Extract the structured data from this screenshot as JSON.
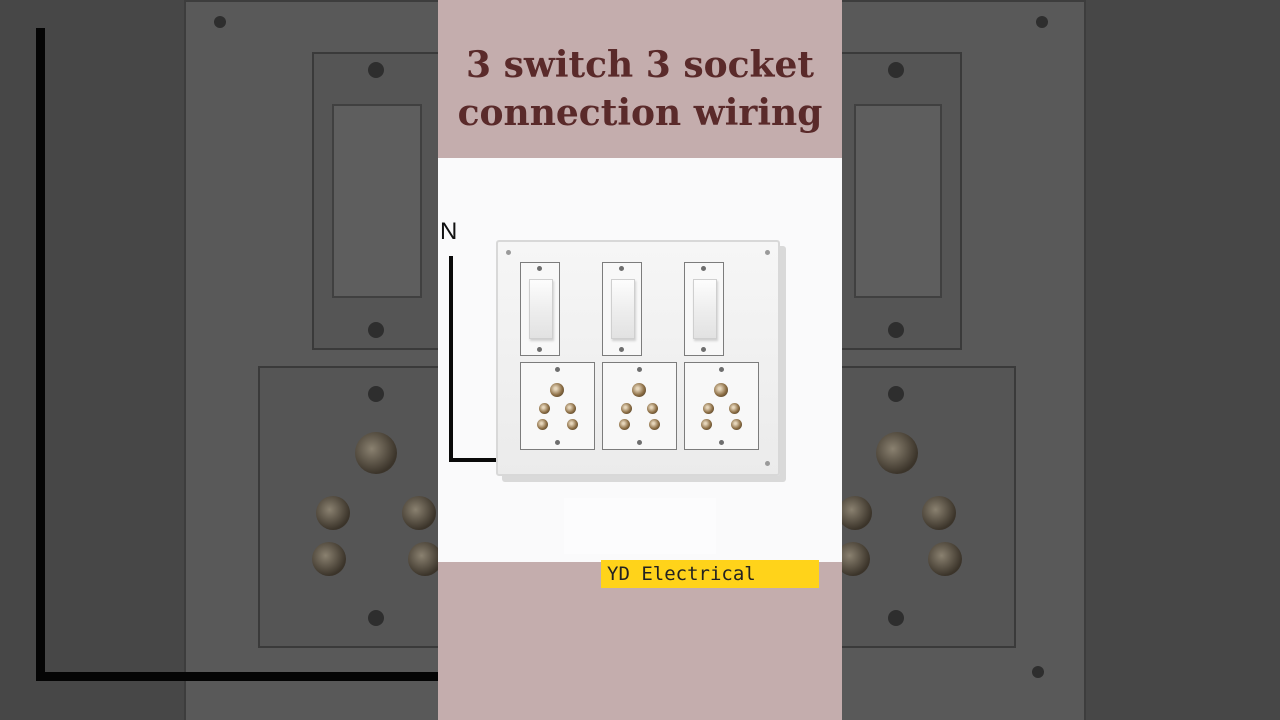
{
  "title": {
    "line1": "3 switch 3 socket",
    "line2": "connection wiring"
  },
  "diagram": {
    "neutral_label": "N",
    "switch_count": 3,
    "socket_count": 3,
    "colors": {
      "wire": "#0a0a0a",
      "title_text": "#5a2a2a",
      "strip_background": "#c4adad",
      "brand_background": "#ffd31a"
    }
  },
  "brand": {
    "label": "YD Electrical"
  }
}
